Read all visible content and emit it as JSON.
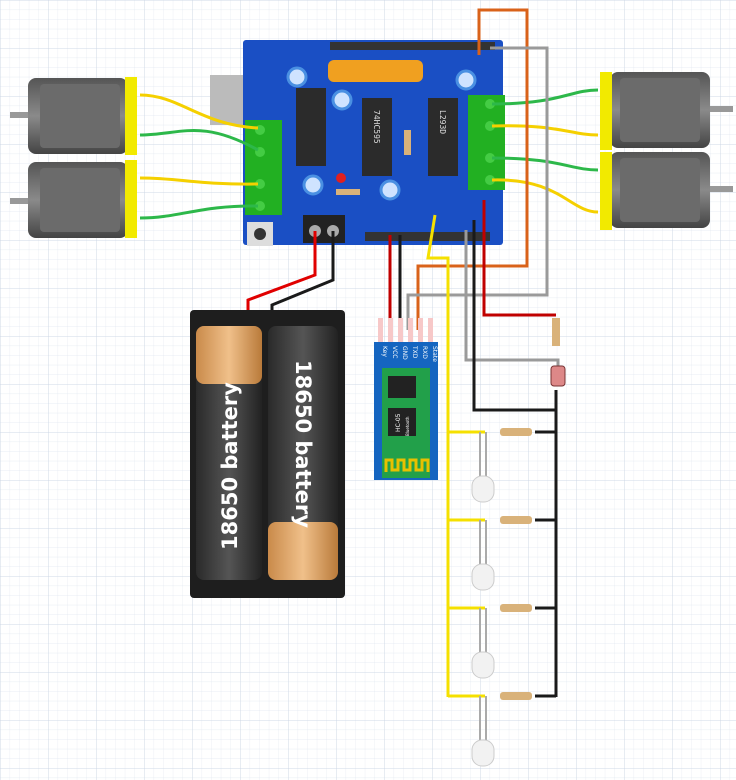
{
  "shield": {
    "chip_shift_register": "74HC595",
    "chip_motor_driver": "L293D",
    "color": "#1a4fc4"
  },
  "battery_holder": {
    "cells": [
      {
        "label": "18650 battery"
      },
      {
        "label": "18650 battery"
      }
    ]
  },
  "bluetooth_module": {
    "name": "HC-05",
    "subtitle": "Bluetooth",
    "pins": [
      "Key",
      "VCC",
      "GND",
      "TXD",
      "RXD",
      "State"
    ],
    "color": "#1565c0"
  },
  "motors": {
    "count": 4
  },
  "leds": {
    "count": 4
  },
  "wire_colors": {
    "yellow": "#f5e000",
    "green": "#2db84a",
    "red": "#e00000",
    "black": "#1a1a1a",
    "orange": "#d9621a",
    "gray": "#9a9a9a"
  }
}
